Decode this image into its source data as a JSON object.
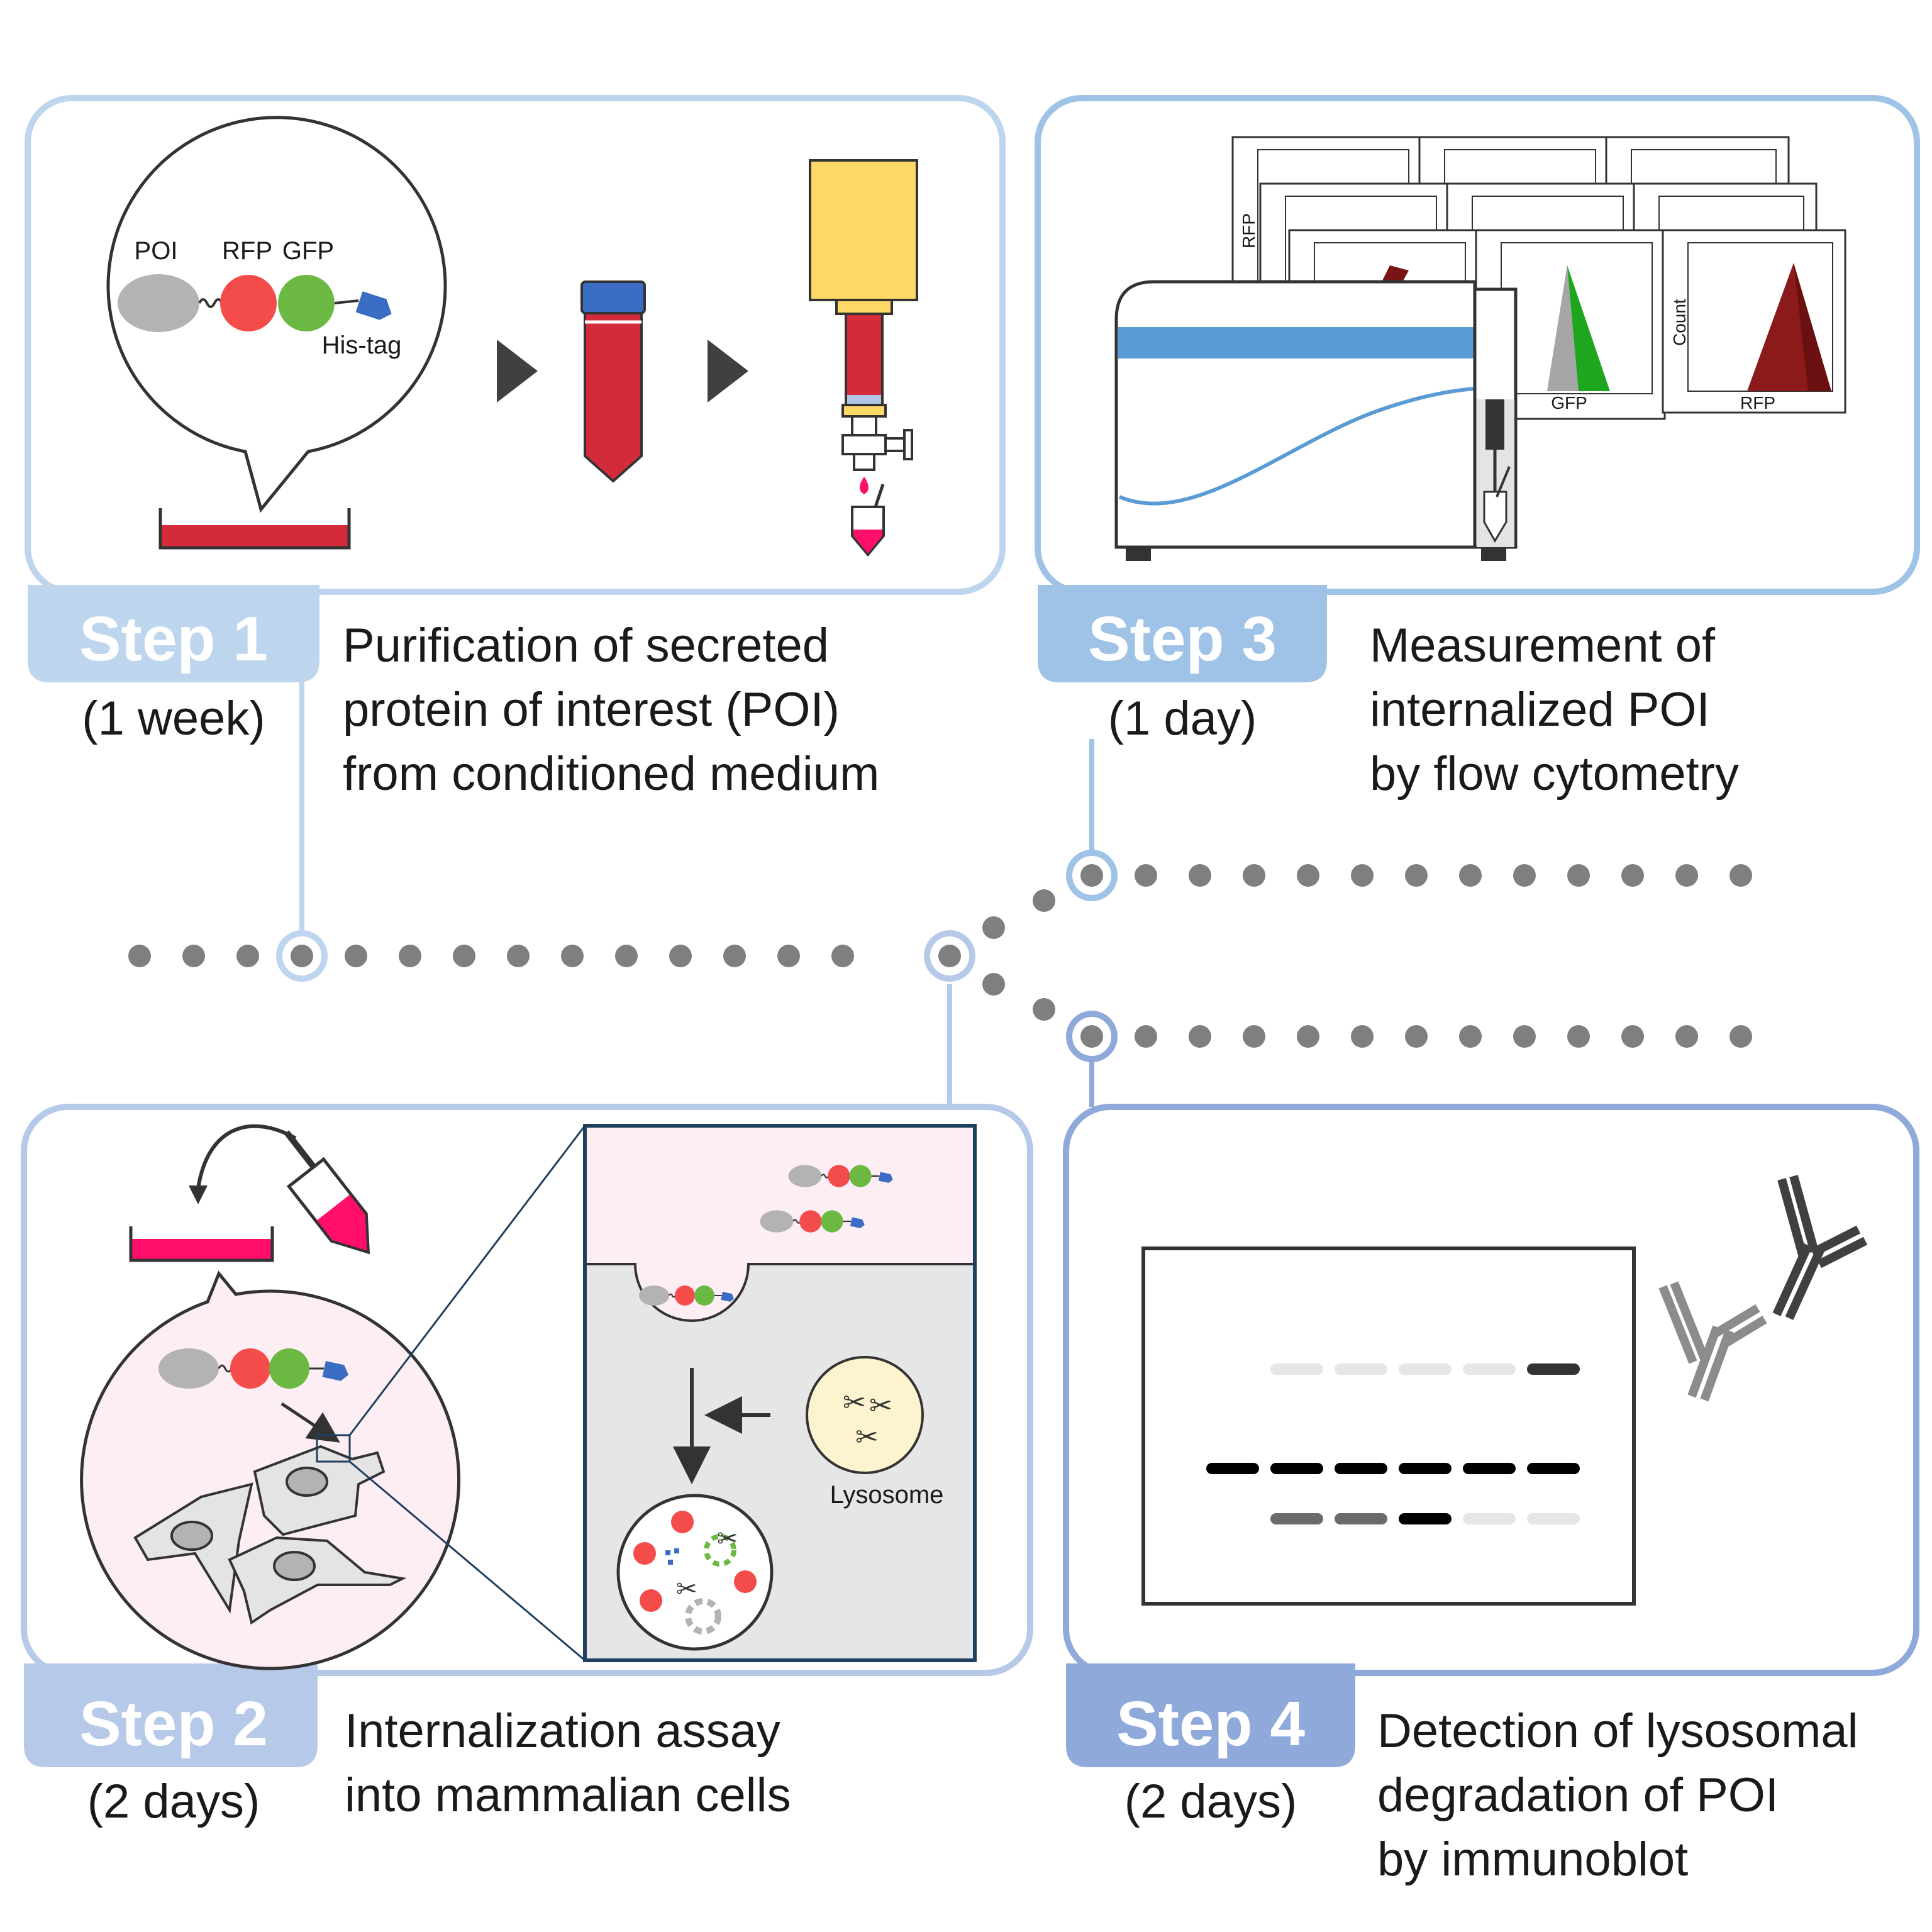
{
  "colors": {
    "step1": "#bdd6ee",
    "step2": "#b7c9e8",
    "step3": "#9fc3e6",
    "step4": "#8fa9db",
    "rfp": "#f44b4b",
    "gfp": "#6bb843",
    "poi": "#b3b3b3",
    "his_tag": "#3a6cc4",
    "medium_red": "#d32b3a",
    "pink": "#ff0f69",
    "dots": "#7f7f7f"
  },
  "step1": {
    "label": "Step 1",
    "duration": "(1 week)",
    "description": [
      "Purification of secreted",
      "protein of interest (POI)",
      "from conditioned medium"
    ],
    "labels": {
      "poi": "POI",
      "rfp": "RFP",
      "gfp": "GFP",
      "his_tag": "His-tag"
    },
    "icons": [
      "culture-dish-icon",
      "conical-tube-icon",
      "affinity-column-icon",
      "collection-tube-icon"
    ]
  },
  "step2": {
    "label": "Step 2",
    "duration": "(2 days)",
    "description": [
      "Internalization assay",
      "into mammalian cells"
    ],
    "labels": {
      "lysosome": "Lysosome"
    },
    "icons": [
      "cell-icon",
      "endosome-icon",
      "lysosome-icon",
      "scissors-icon"
    ]
  },
  "step3": {
    "label": "Step 3",
    "duration": "(1 day)",
    "description": [
      "Measurement of",
      "internalized POI",
      "by flow cytometry"
    ],
    "plot_labels": {
      "rfp": "RFP",
      "count": "Count",
      "gfp": "GFP",
      "rfp_x": "RFP"
    },
    "icons": [
      "flow-cytometer-icon",
      "histogram-icon"
    ]
  },
  "step4": {
    "label": "Step 4",
    "duration": "(2 days)",
    "description": [
      "Detection of lysosomal",
      "degradation of POI",
      "by immunoblot"
    ],
    "blot": {
      "lanes": 6,
      "row1": [
        "#e6e6e6",
        "#e6e6e6",
        "#e6e6e6",
        "#e6e6e6",
        "#333333"
      ],
      "row2": [
        "#000000",
        "#000000",
        "#000000",
        "#000000",
        "#000000",
        "#000000"
      ],
      "row3": [
        "#6b6b6b",
        "#6b6b6b",
        "#000000",
        "#e6e6e6",
        "#e6e6e6"
      ]
    },
    "icons": [
      "immunoblot-membrane-icon",
      "antibody-icon"
    ]
  }
}
